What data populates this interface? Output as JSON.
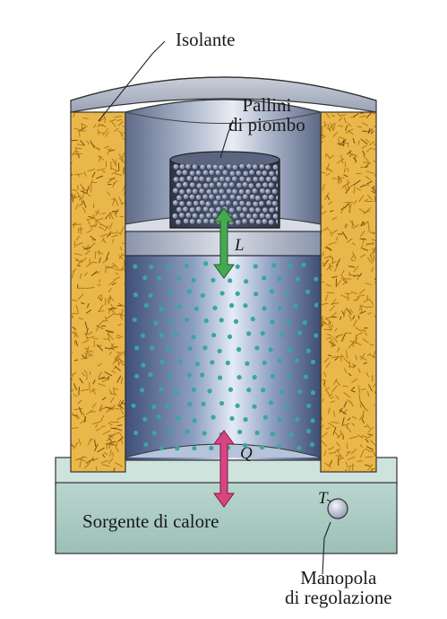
{
  "labels": {
    "isolante": "Isolante",
    "pallini_line1": "Pallini",
    "pallini_line2": "di piombo",
    "work": "L",
    "heat": "Q",
    "temperature": "T",
    "sorgente": "Sorgente di calore",
    "manopola_line1": "Manopola",
    "manopola_line2": "di regolazione"
  },
  "colors": {
    "insulation": "#e8b84a",
    "insulation_fibers": "#b07818",
    "cylinder": "#9aa3b8",
    "base_plate": "#a8c8c0",
    "molecules": "#3aa6a0",
    "work_arrow": "#3aa04a",
    "heat_arrow": "#d0407a",
    "lead_shot": "#6a7590"
  }
}
